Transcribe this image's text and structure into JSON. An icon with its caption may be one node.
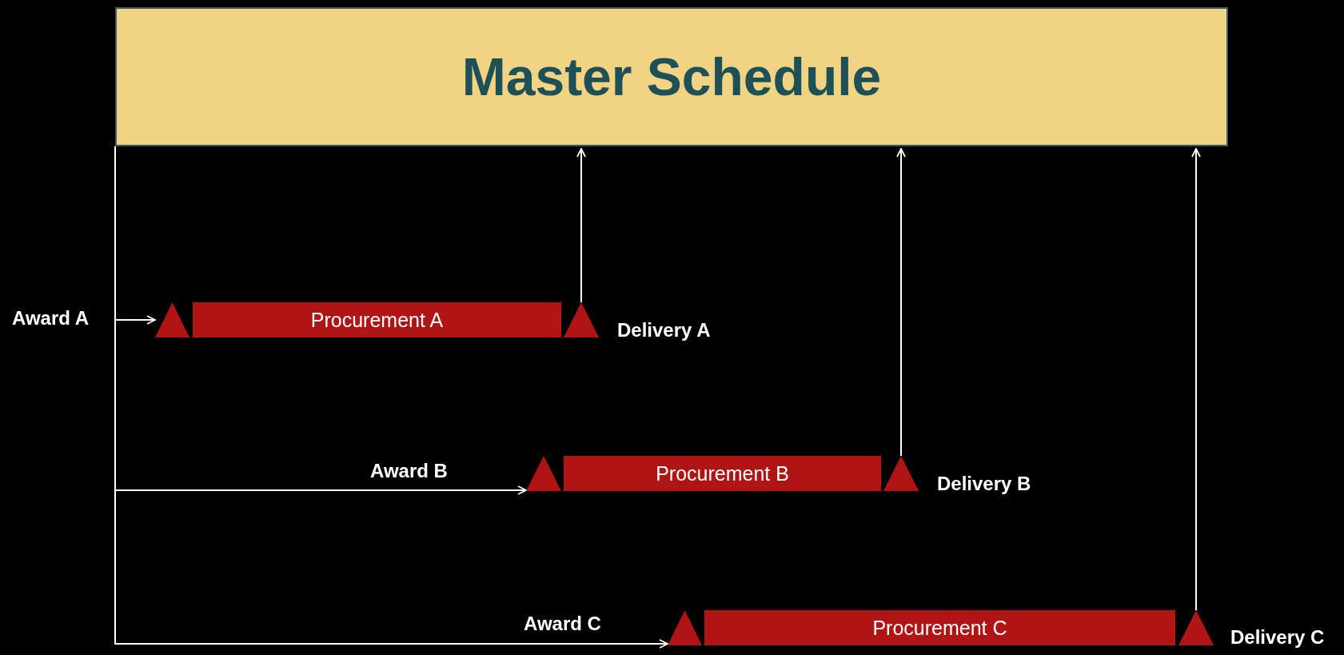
{
  "diagram": {
    "nodes": [
      {
        "text": [
          "Master Schedule"
        ]
      },
      {
        "text": [],
        "shape": "triangle"
      },
      {
        "text": [
          "Procurement A"
        ]
      },
      {
        "text": [],
        "shape": "triangle",
        "beside": [
          "Delivery A"
        ]
      },
      {
        "text": [],
        "shape": "triangle"
      },
      {
        "text": [
          "Procurement B"
        ]
      },
      {
        "text": [],
        "shape": "triangle",
        "beside": [
          "Delivery B"
        ]
      },
      {
        "text": [],
        "shape": "triangle"
      },
      {
        "text": [
          "Procurement C"
        ]
      },
      {
        "text": [],
        "shape": "triangle",
        "beside": [
          "Delivery C"
        ]
      }
    ],
    "edges": [
      {
        "from": 0,
        "to": 1,
        "arrow": "to"
      },
      {
        "from": 0,
        "to": 4,
        "arrow": "to"
      },
      {
        "from": 0,
        "to": 7,
        "arrow": "to"
      },
      {
        "from": 3,
        "to": 0,
        "arrow": "to"
      },
      {
        "from": 6,
        "to": 0,
        "arrow": "to"
      },
      {
        "from": 9,
        "to": 0,
        "arrow": "to"
      }
    ],
    "labels": [
      "Award A",
      "Award B",
      "Award C"
    ]
  }
}
